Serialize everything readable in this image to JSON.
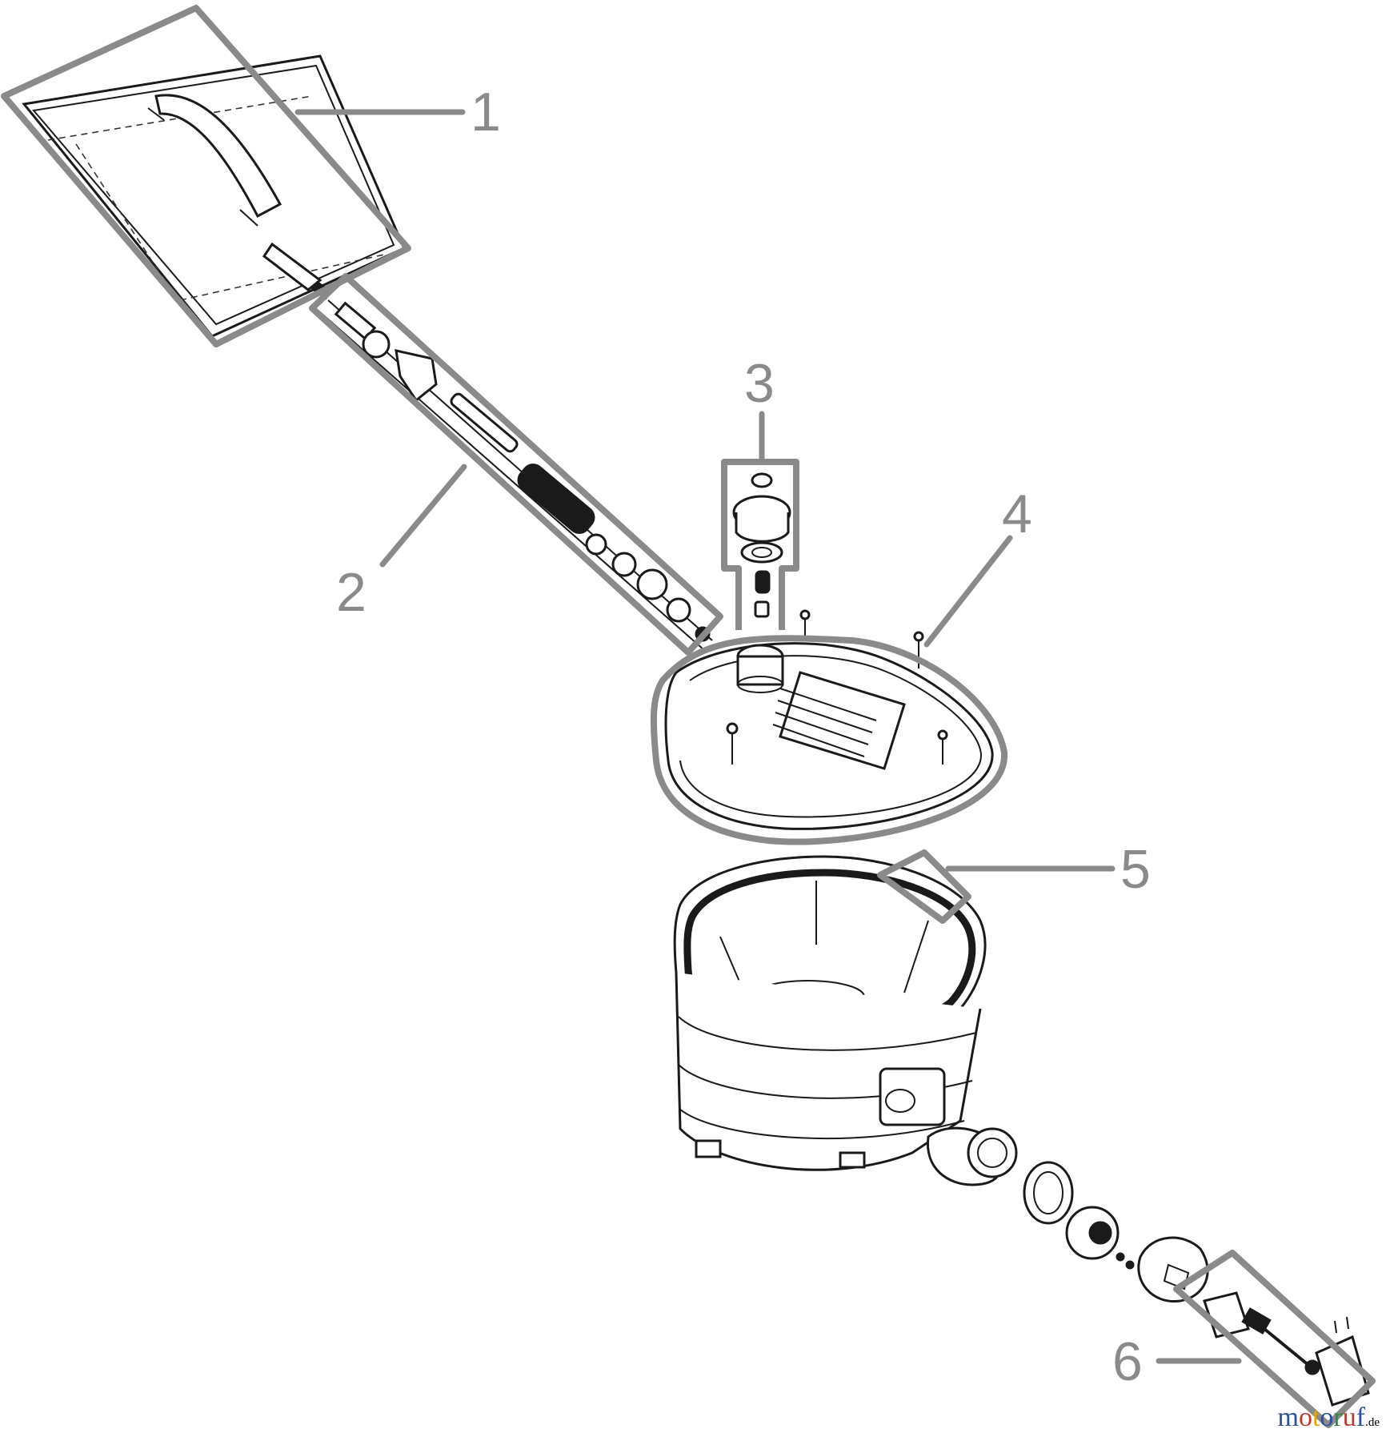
{
  "callouts": [
    {
      "id": "1",
      "label": "1"
    },
    {
      "id": "2",
      "label": "2"
    },
    {
      "id": "3",
      "label": "3"
    },
    {
      "id": "4",
      "label": "4"
    },
    {
      "id": "5",
      "label": "5"
    },
    {
      "id": "6",
      "label": "6"
    }
  ],
  "watermark": {
    "letters": [
      "m",
      "o",
      "t",
      "o",
      "r",
      "u",
      "f"
    ],
    "letter_colors": [
      "#2b4fa3",
      "#c0392b",
      "#e0a800",
      "#2b4fa3",
      "#2e8b3d",
      "#c0392b",
      "#2b4fa3"
    ],
    "suffix": ".de"
  },
  "colors": {
    "callout_gray": "#8a8a8a",
    "line_art": "#1a1a1a"
  }
}
